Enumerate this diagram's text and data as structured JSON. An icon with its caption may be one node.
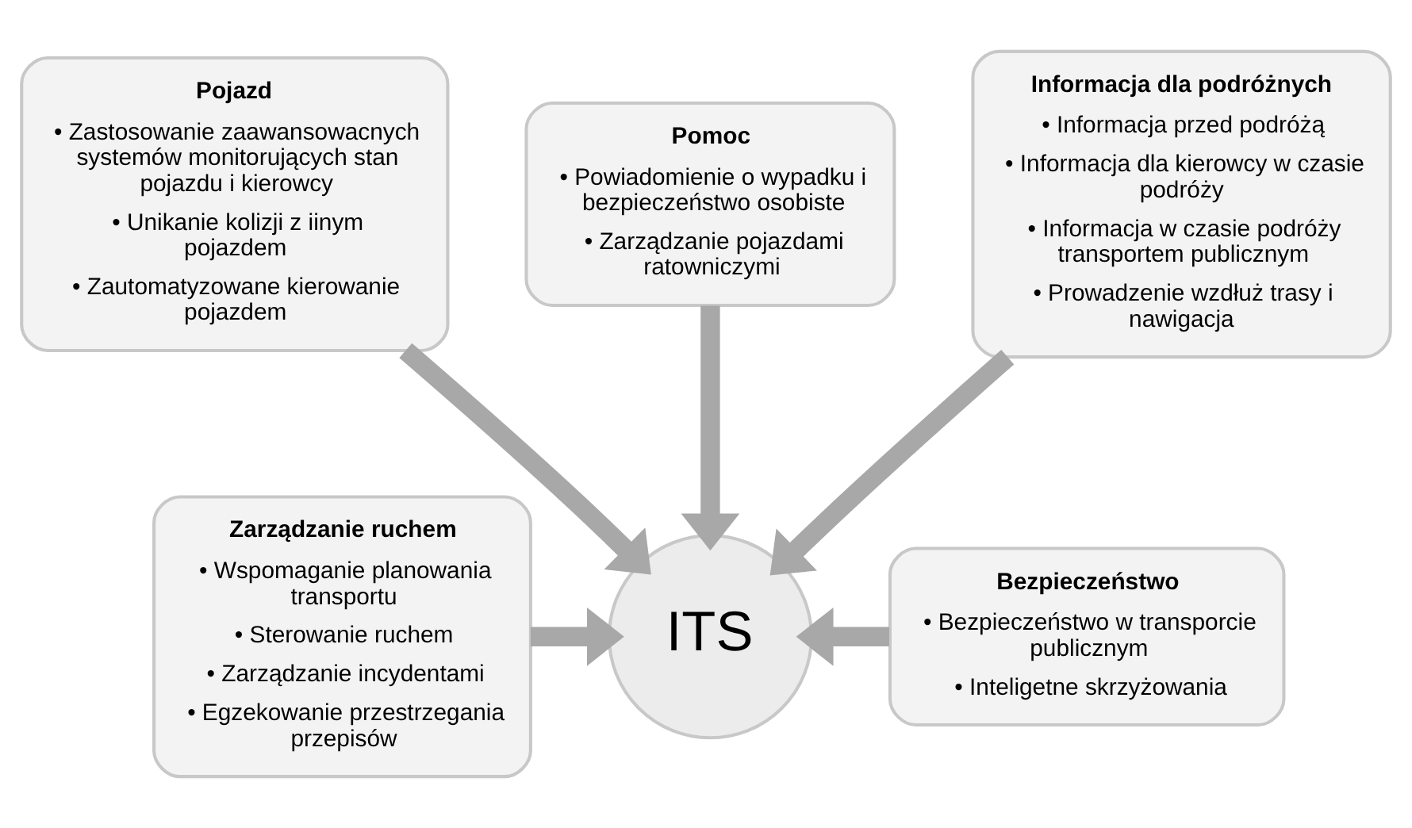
{
  "diagram": {
    "nodes": [
      {
        "text": [
          "Pomoc",
          "• Powiadomienie o wypadku i bezpieczeństwo osobiste",
          "• Zarządzanie pojazdami ratowniczymi"
        ]
      },
      {
        "text": [
          "Pojazd",
          "• Zastosowanie zaawansowacnych systemów monitorujących stan pojazdu i kierowcy",
          "• Unikanie kolizji z iinym pojazdem",
          "• Zautomatyzowane kierowanie pojazdem"
        ]
      },
      {
        "text": [
          "Informacja dla podróżnych",
          "• Informacja przed podróżą",
          "• Informacja dla kierowcy w czasie podróży",
          "• Informacja w czasie podróży transportem publicznym",
          "• Prowadzenie wzdłuż trasy i nawigacja"
        ]
      },
      {
        "text": [
          "Zarządzanie ruchem",
          "• Wspomaganie planowania transportu",
          "• Sterowanie ruchem",
          "• Zarządzanie incydentami",
          "• Egzekowanie przestrzegania przepisów"
        ]
      },
      {
        "text": [
          "ITS"
        ]
      },
      {
        "text": [
          "Bezpieczeństwo",
          "• Bezpieczeństwo w transporcie publicznym",
          "• Inteligetne skrzyżowania"
        ]
      }
    ],
    "edges": [
      {
        "from": 0,
        "to": 4,
        "arrow": "to"
      },
      {
        "from": 1,
        "to": 4,
        "arrow": "to"
      },
      {
        "from": 2,
        "to": 4,
        "arrow": "to"
      },
      {
        "from": 3,
        "to": 4,
        "arrow": "to"
      },
      {
        "from": 5,
        "to": 4,
        "arrow": "to"
      }
    ]
  }
}
